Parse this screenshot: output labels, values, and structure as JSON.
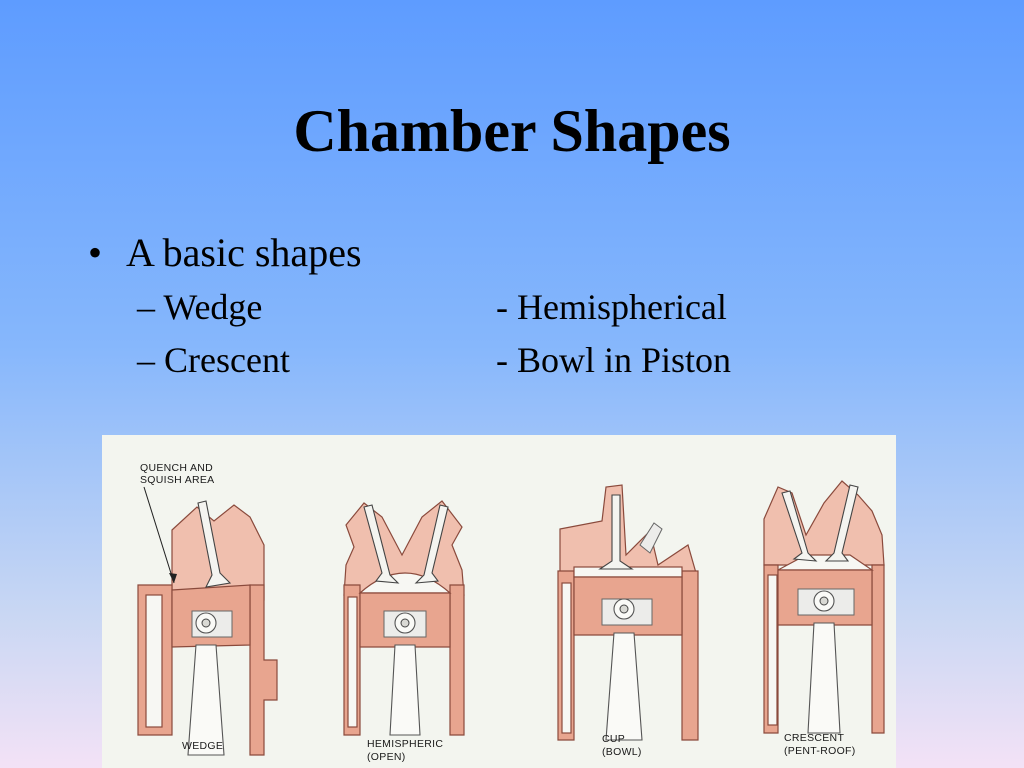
{
  "slide": {
    "title": "Chamber Shapes",
    "bullet": "A basic shapes",
    "subitems": [
      {
        "left": "– Wedge",
        "right": "- Hemispherical"
      },
      {
        "left": "– Crescent",
        "right": "- Bowl in Piston"
      }
    ]
  },
  "figure": {
    "callout": [
      "QUENCH AND",
      "SQUISH AREA"
    ],
    "captions": [
      [
        "WEDGE"
      ],
      [
        "HEMISPHERIC",
        "(OPEN)"
      ],
      [
        "CUP",
        "(BOWL)"
      ],
      [
        "CRESCENT",
        "(PENT-ROOF)"
      ]
    ]
  }
}
